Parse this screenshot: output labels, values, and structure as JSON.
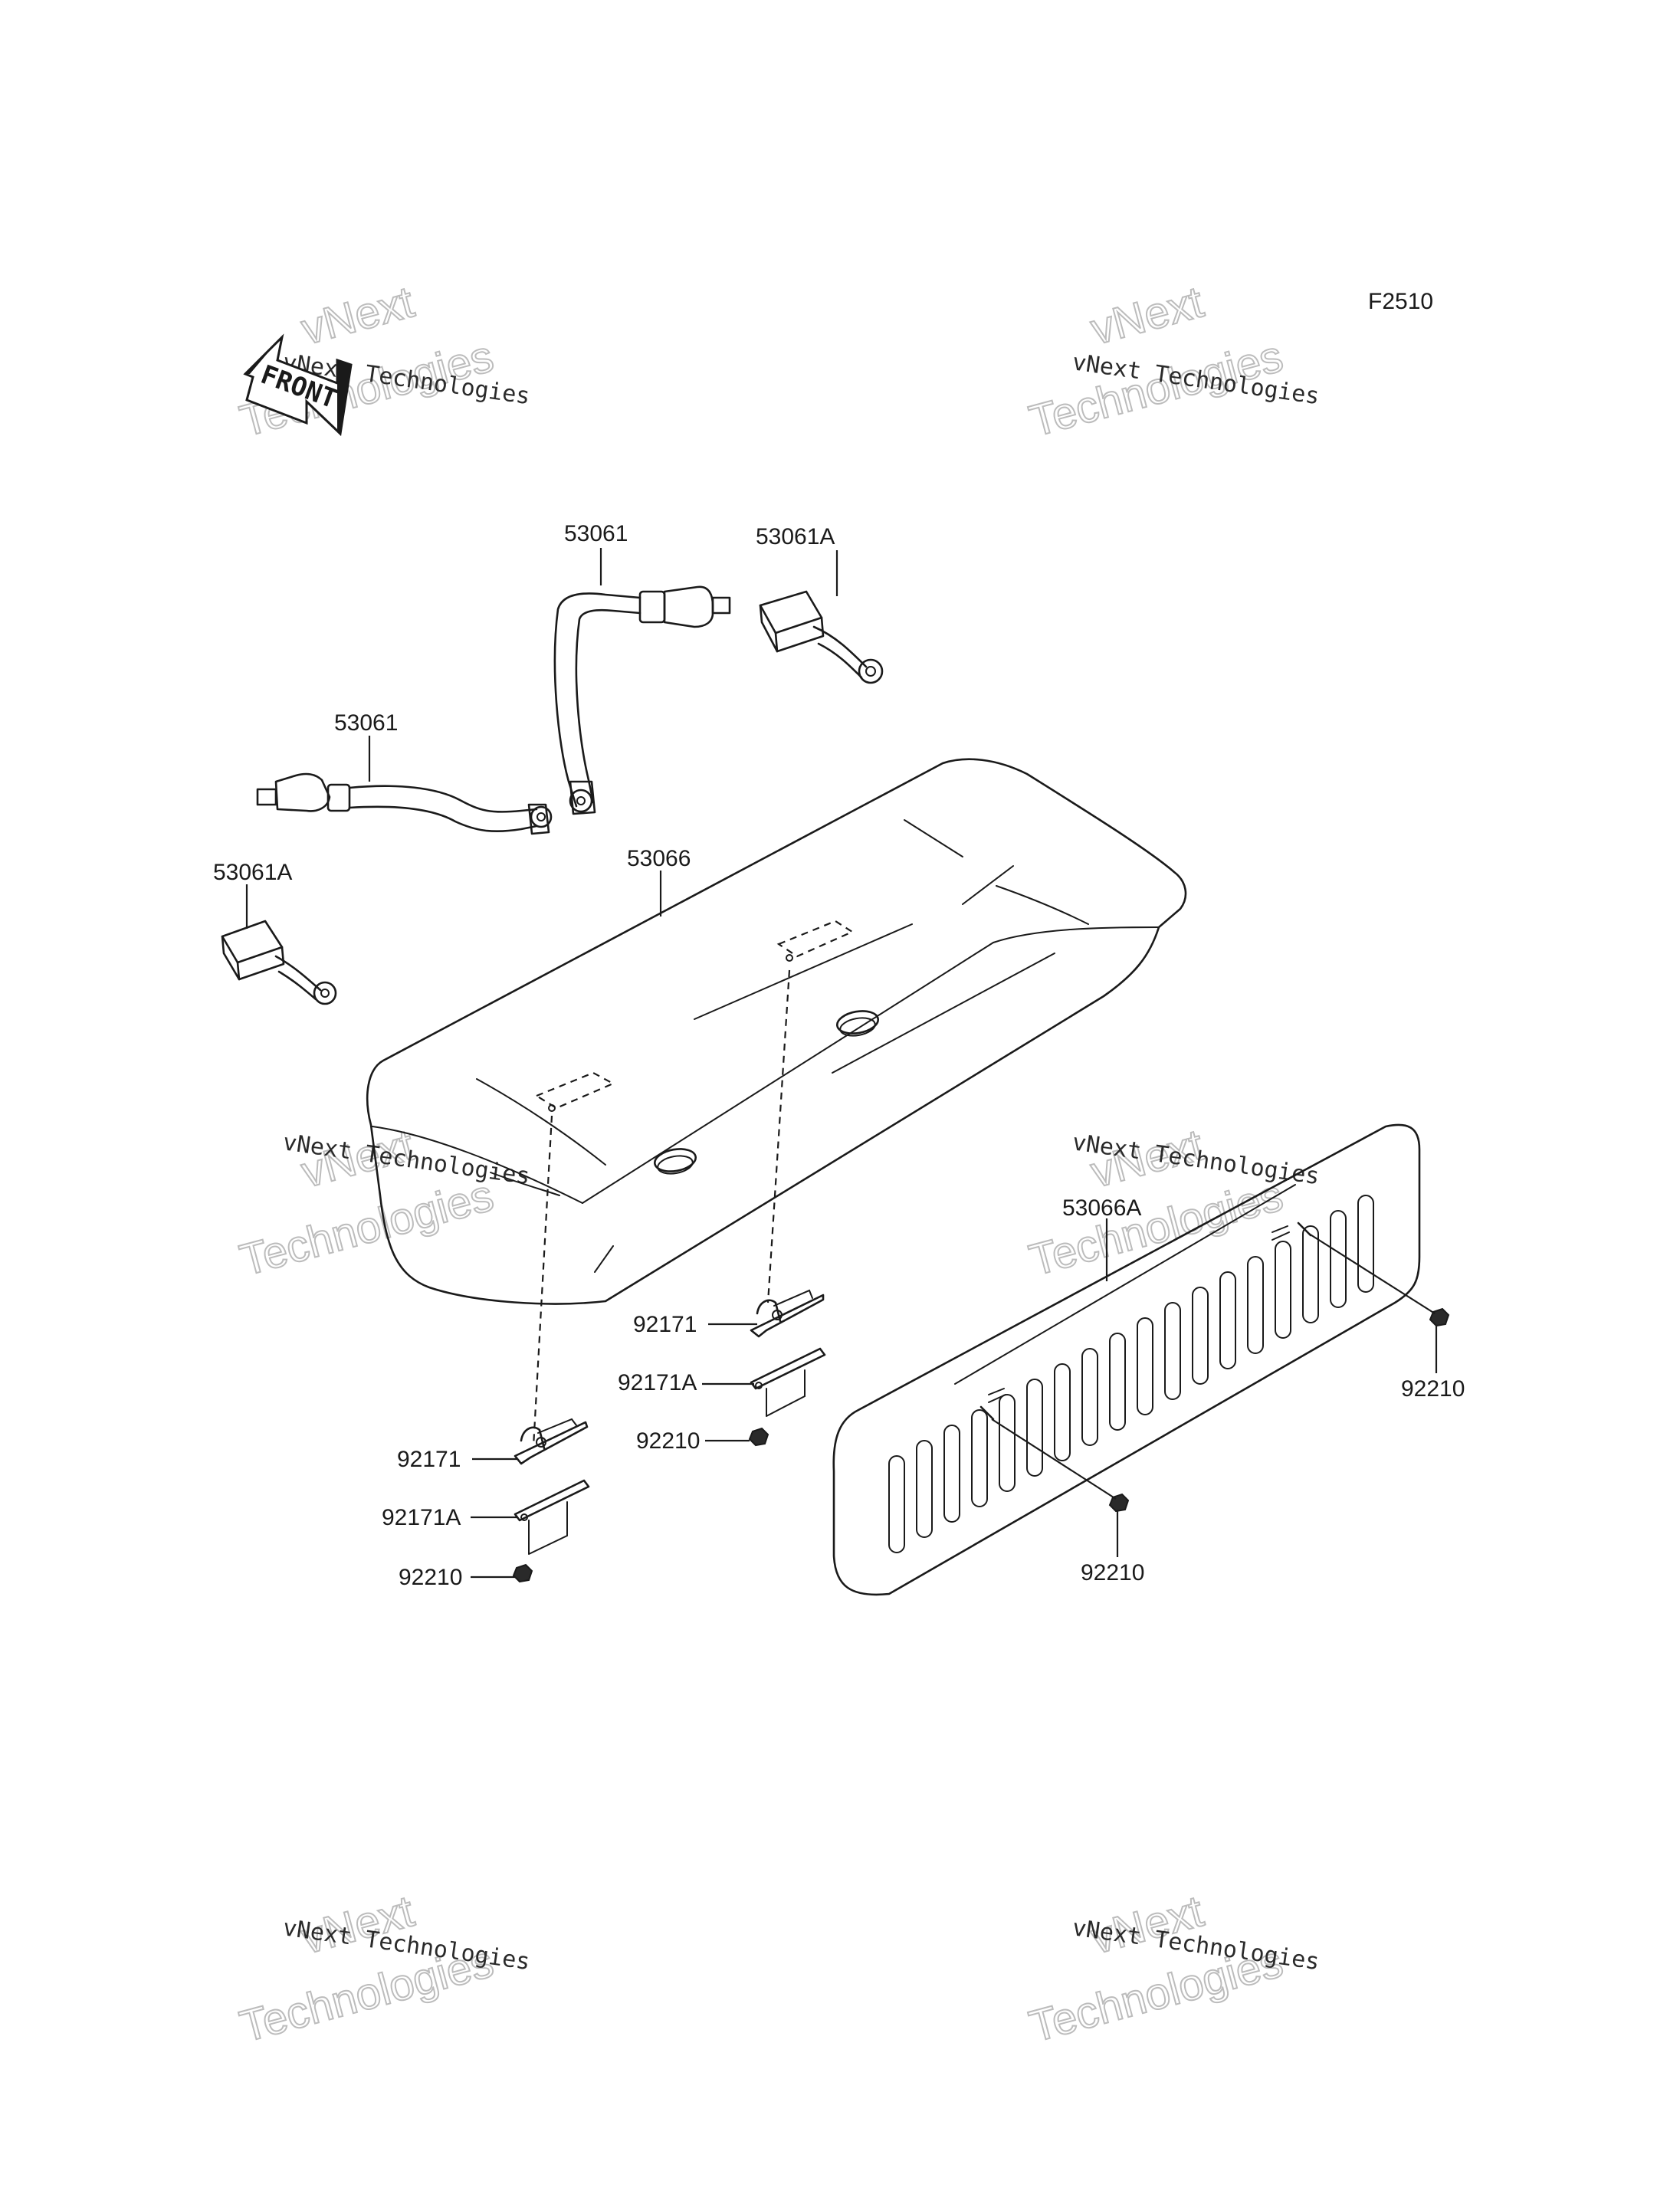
{
  "figure_code": "F2510",
  "front_marker": "FRONT",
  "watermark": {
    "line1": "vNext Technologies",
    "line2a": "vNext",
    "line2b": "Technologies"
  },
  "parts": [
    {
      "id": "p1",
      "number": "53061"
    },
    {
      "id": "p2",
      "number": "53061A"
    },
    {
      "id": "p3",
      "number": "53061"
    },
    {
      "id": "p4",
      "number": "53061A"
    },
    {
      "id": "p5",
      "number": "53066"
    },
    {
      "id": "p6",
      "number": "53066A"
    },
    {
      "id": "p7",
      "number": "92171"
    },
    {
      "id": "p8",
      "number": "92171A"
    },
    {
      "id": "p9",
      "number": "92210"
    },
    {
      "id": "p10",
      "number": "92171"
    },
    {
      "id": "p11",
      "number": "92171A"
    },
    {
      "id": "p12",
      "number": "92210"
    },
    {
      "id": "p13",
      "number": "92210"
    },
    {
      "id": "p14",
      "number": "92210"
    }
  ]
}
